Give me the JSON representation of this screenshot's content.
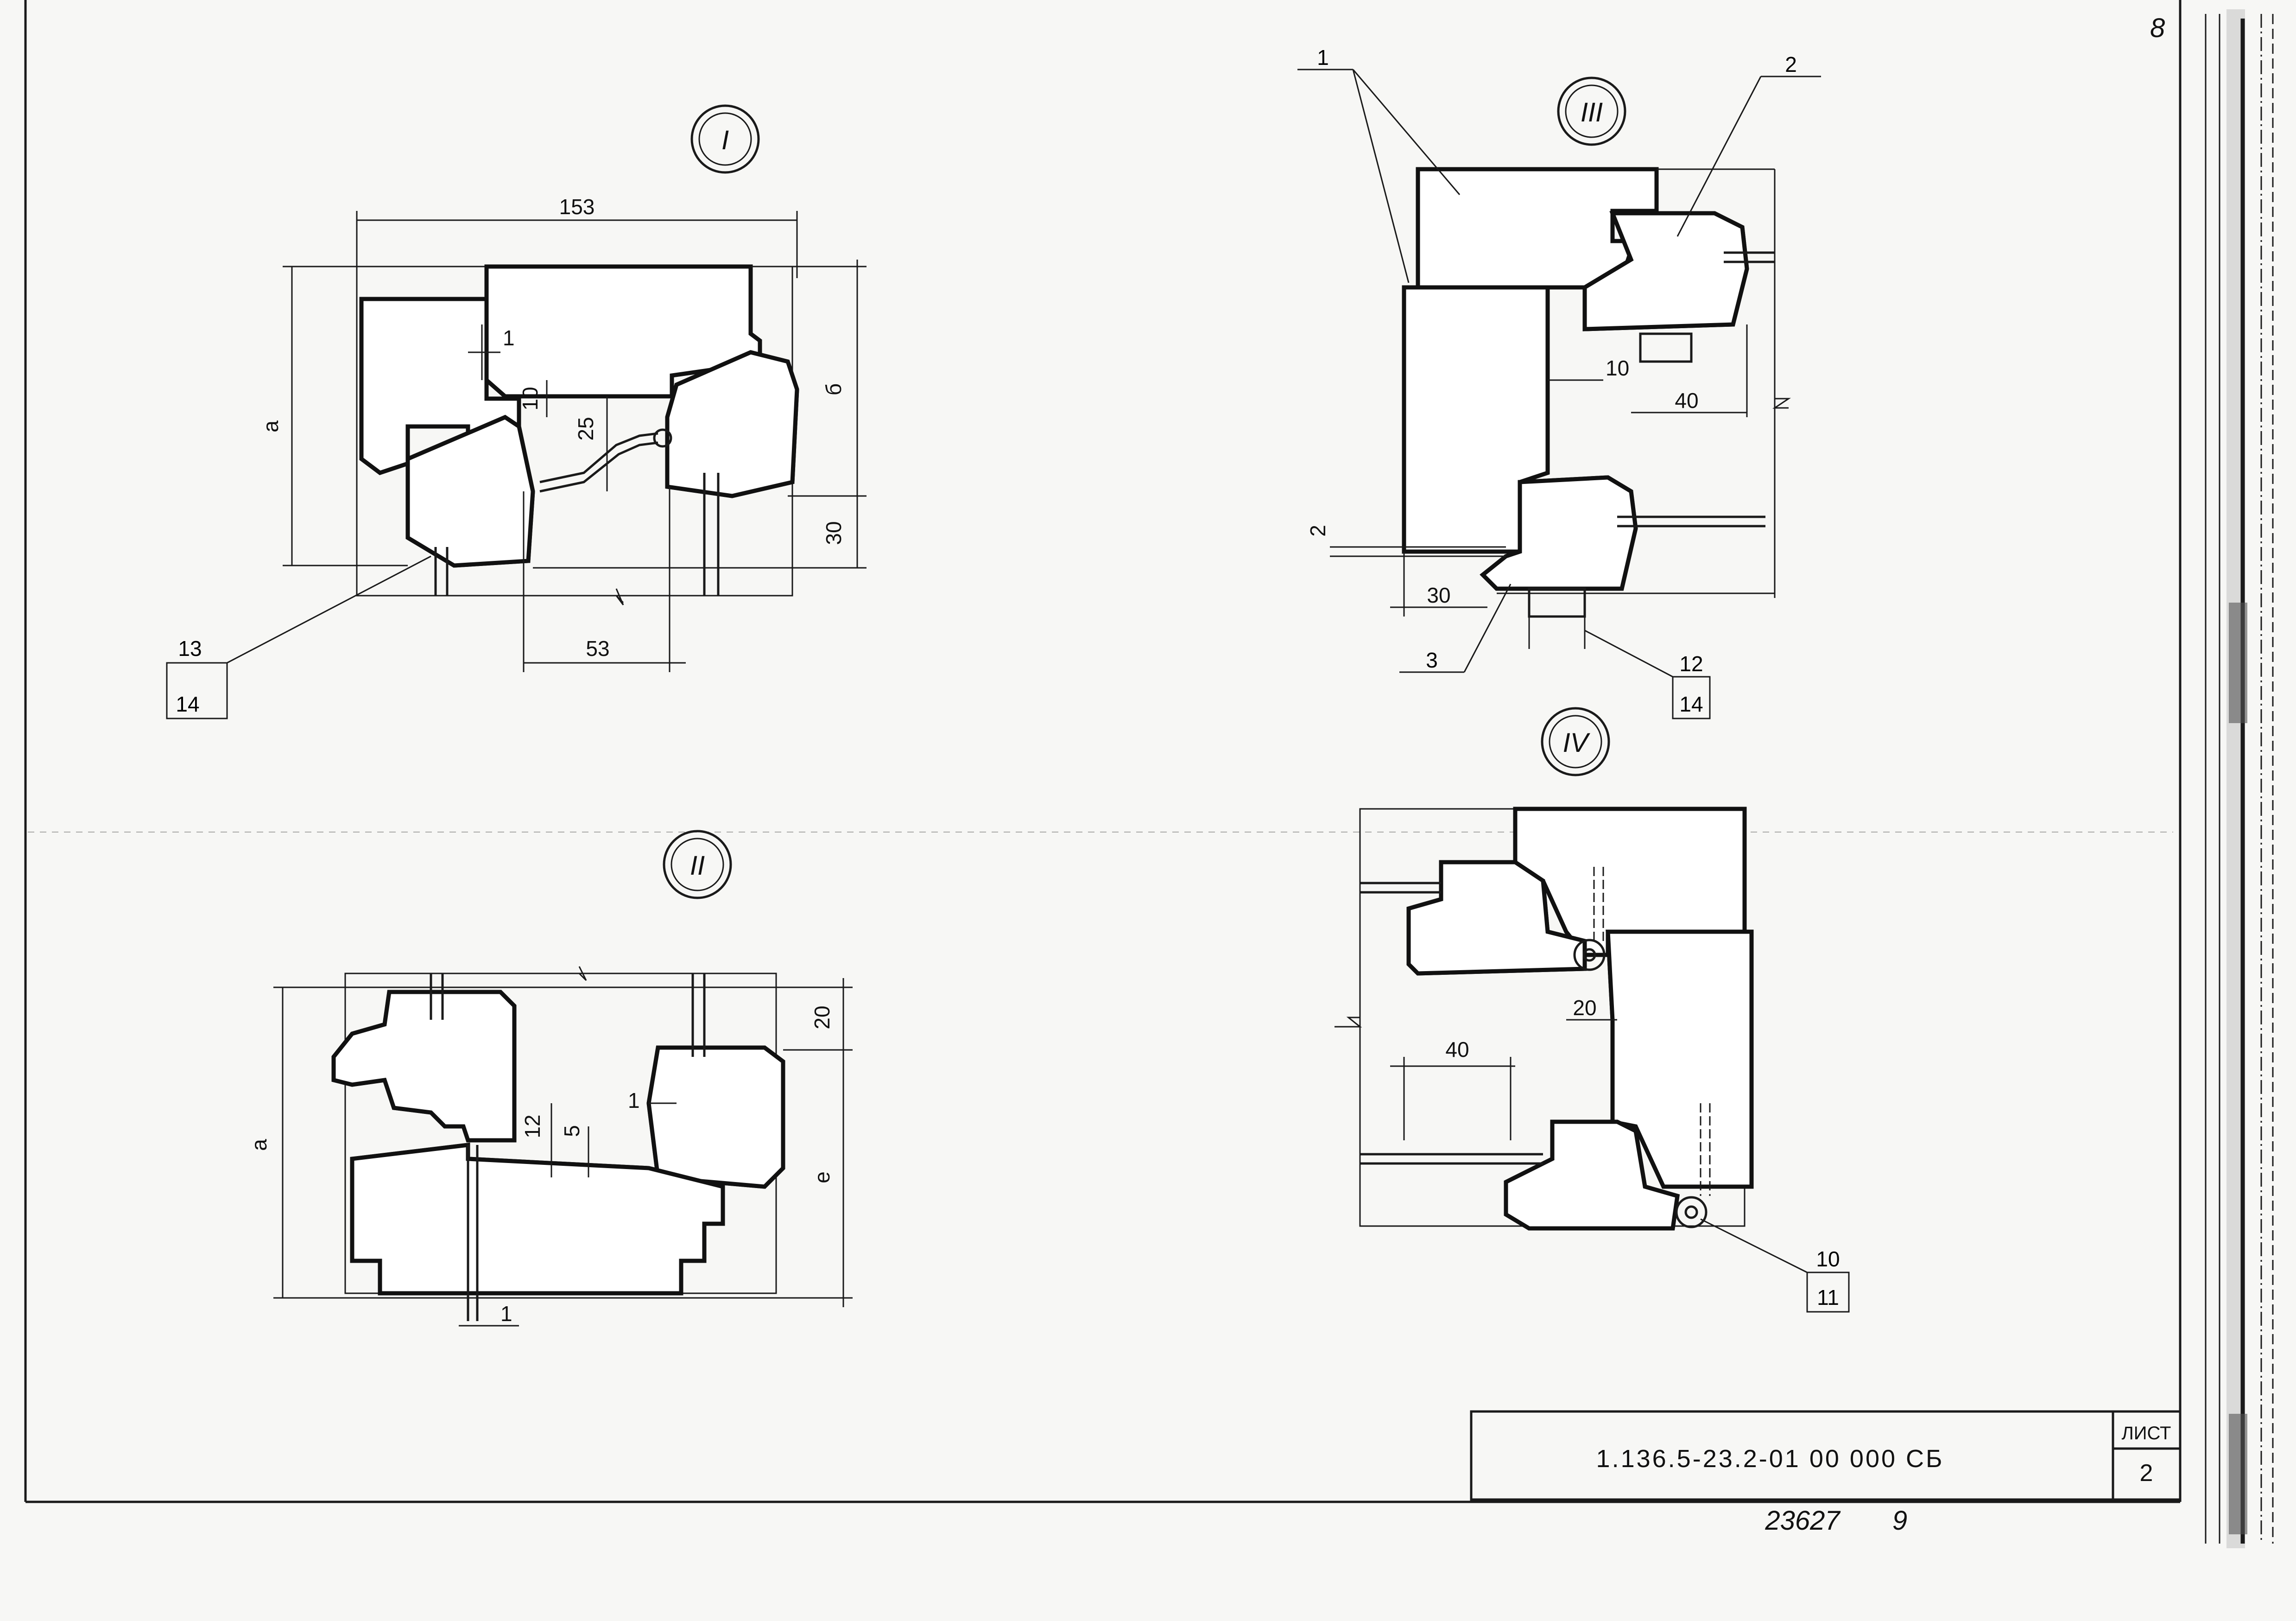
{
  "sheet": {
    "corner_mark": "8",
    "title_block": {
      "code": "1.136.5-23.2-01 00 000 СБ",
      "sheet_label": "ЛИСТ",
      "sheet_number": "2"
    },
    "inventory": {
      "number": "23627",
      "page": "9"
    }
  },
  "details": {
    "I": {
      "marker": "I",
      "dims": {
        "width_top": "153",
        "a": "а",
        "b": "б",
        "d1": "1",
        "d10": "10",
        "d25": "25",
        "d30": "30",
        "d53": "53"
      },
      "callout": {
        "top": "13",
        "bottom": "14"
      }
    },
    "II": {
      "marker": "II",
      "dims": {
        "a": "а",
        "e": "е",
        "d20": "20",
        "d12": "12",
        "d5": "5",
        "d1a": "1",
        "d1b": "1"
      }
    },
    "III": {
      "marker": "III",
      "dims": {
        "d10": "10",
        "d40": "40",
        "d2": "2",
        "d30": "30"
      },
      "leaders": {
        "p1": "1",
        "p2": "2",
        "p3": "3"
      },
      "callout": {
        "top": "12",
        "bottom": "14"
      }
    },
    "IV": {
      "marker": "IV",
      "dims": {
        "d20": "20",
        "d40": "40"
      },
      "callout": {
        "top": "10",
        "bottom": "11"
      }
    }
  }
}
